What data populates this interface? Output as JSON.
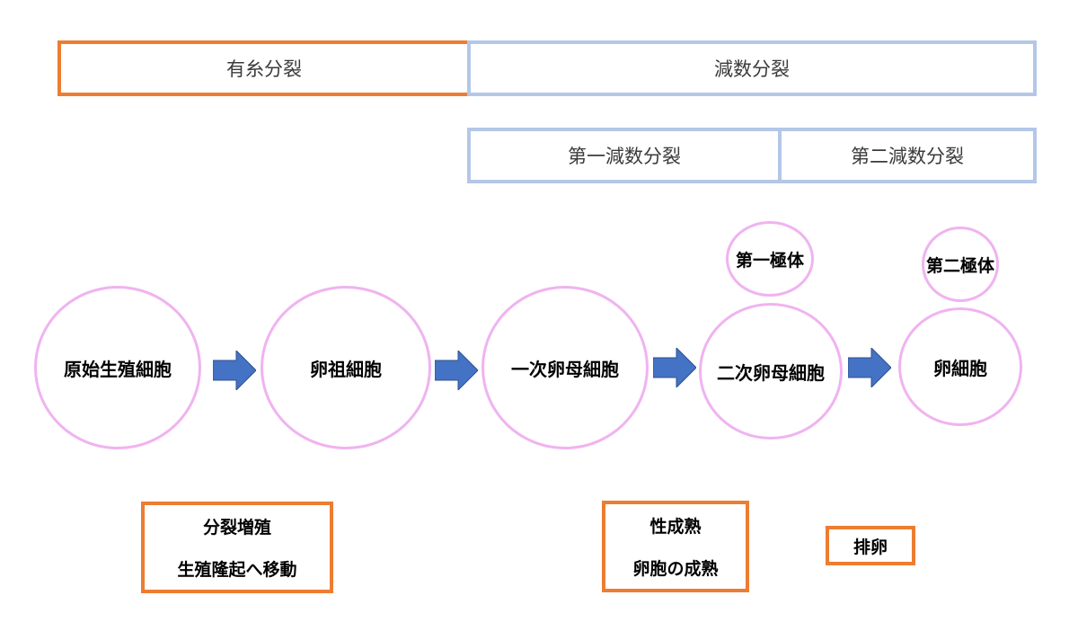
{
  "phases": {
    "mitosis": "有糸分裂",
    "meiosis": "減数分裂",
    "meiosis1": "第一減数分裂",
    "meiosis2": "第二減数分裂"
  },
  "cells": {
    "primordial_germ_cell": "原始生殖細胞",
    "oogonium": "卵祖細胞",
    "primary_oocyte": "一次卵母細胞",
    "secondary_oocyte": "二次卵母細胞",
    "ovum": "卵細胞",
    "first_polar_body": "第一極体",
    "second_polar_body": "第二極体"
  },
  "notes": {
    "proliferation_line1": "分裂増殖",
    "proliferation_line2": "生殖隆起へ移動",
    "maturation_line1": "性成熟",
    "maturation_line2": "卵胞の成熟",
    "ovulation": "排卵"
  },
  "colors": {
    "orange": "#ED7D31",
    "light_blue": "#B4C7E7",
    "pink": "#F0B3F0",
    "arrow_blue": "#4472C4"
  }
}
